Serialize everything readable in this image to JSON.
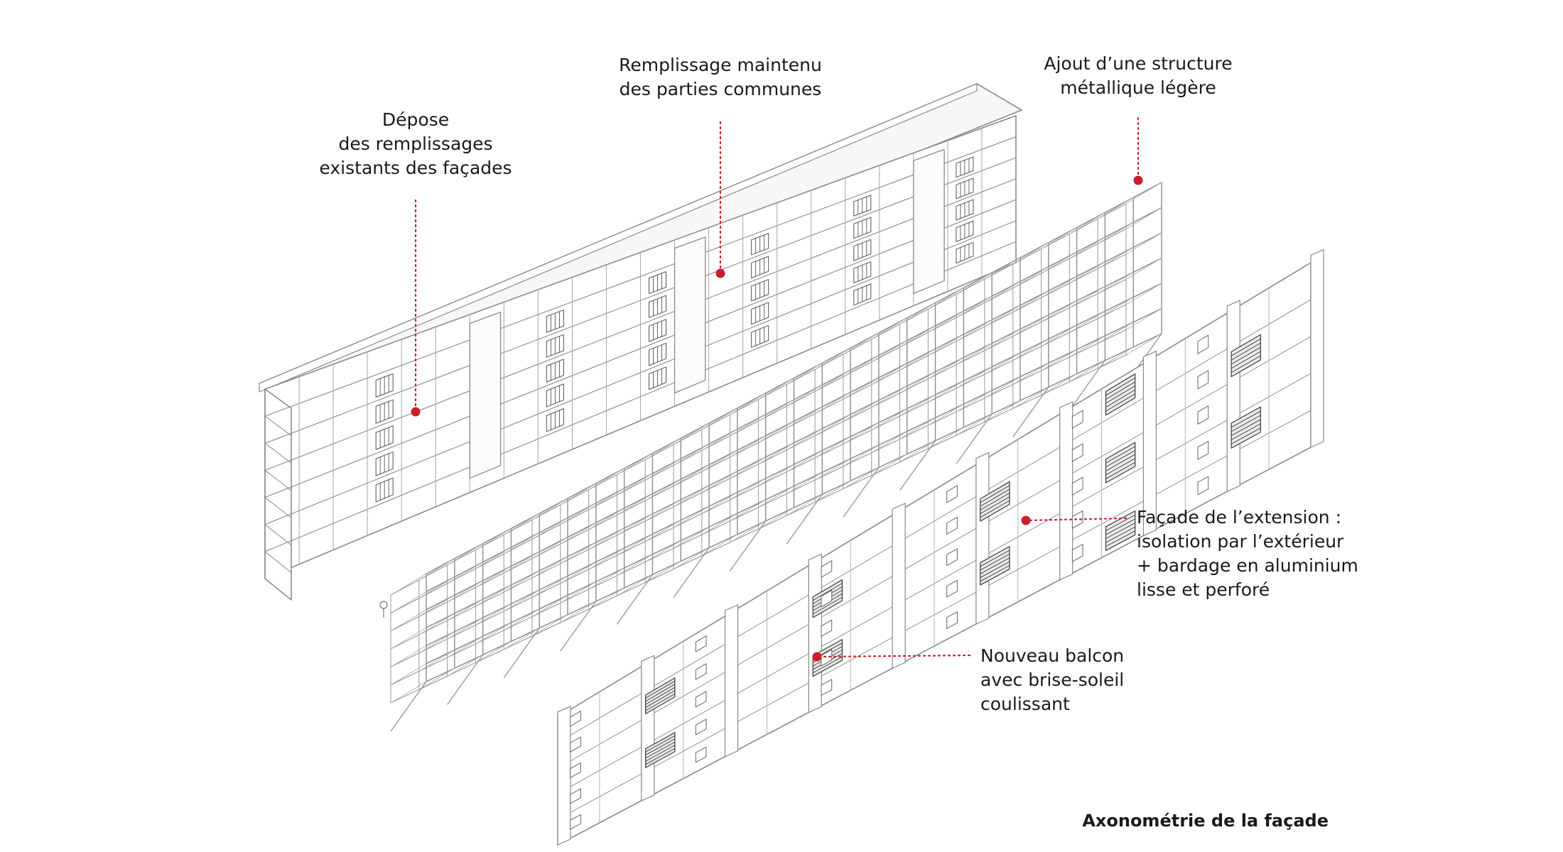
{
  "annotations": {
    "depose": {
      "line1": "Dépose",
      "line2": "des remplissages",
      "line3": "existants des façades"
    },
    "remplissage": {
      "line1": "Remplissage maintenu",
      "line2": "des parties communes"
    },
    "ajout": {
      "line1": "Ajout d’une structure",
      "line2": "métallique légère"
    },
    "facade_extension": {
      "line1": "Façade de l’extension :",
      "line2": "isolation par l’extérieur",
      "line3": "+ bardage en aluminium",
      "line4": "lisse et perforé"
    },
    "balcon": {
      "line1": "Nouveau balcon",
      "line2": "avec brise-soleil",
      "line3": "coulissant"
    }
  },
  "caption": "Axonométrie de la façade",
  "colors": {
    "accent": "#cc1d2a",
    "line": "#8a8a8a",
    "dark": "#3a3a3a"
  }
}
